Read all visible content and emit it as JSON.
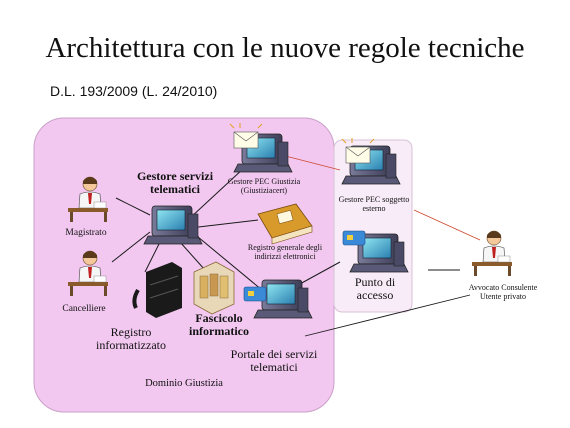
{
  "slide": {
    "title": "Architettura con le nuove regole tecniche",
    "subtitle": "D.L. 193/2009 (L. 24/2010)"
  },
  "domain": {
    "label": "Dominio Giustizia",
    "color": "#f2c8f0",
    "border": "#c8a0c8"
  },
  "access_area": {
    "color": "#f8ecf8",
    "border": "#d8c0d8"
  },
  "nodes": {
    "gestore_servizi": "Gestore servizi telematici",
    "magistrato": "Magistrato",
    "cancelliere": "Cancelliere",
    "registro_informatizzato": "Registro informatizzato",
    "fascicolo_informatico": "Fascicolo informatico",
    "gestore_pec_giustizia": "Gestore PEC Giustizia (Giustiziacert)",
    "registro_generale": "Registro generale degli indirizzi elettronici",
    "portale": "Portale dei servizi telematici",
    "gestore_pec_esterno": "Gestore PEC soggetto esterno",
    "punto_accesso": "Punto di accesso",
    "avvocato": "Avvocato Consulente Utente privato"
  },
  "icons": {
    "server": "computer-monitor-icon",
    "person": "person-at-desk-icon",
    "book": "address-book-icon",
    "cabinet": "filing-cabinet-icon",
    "folder": "folder-shelf-icon",
    "card": "smart-card-icon",
    "envelope": "envelope-icon"
  },
  "link_colors": {
    "internal": "#1a1a1a",
    "external": "#d04a30"
  }
}
